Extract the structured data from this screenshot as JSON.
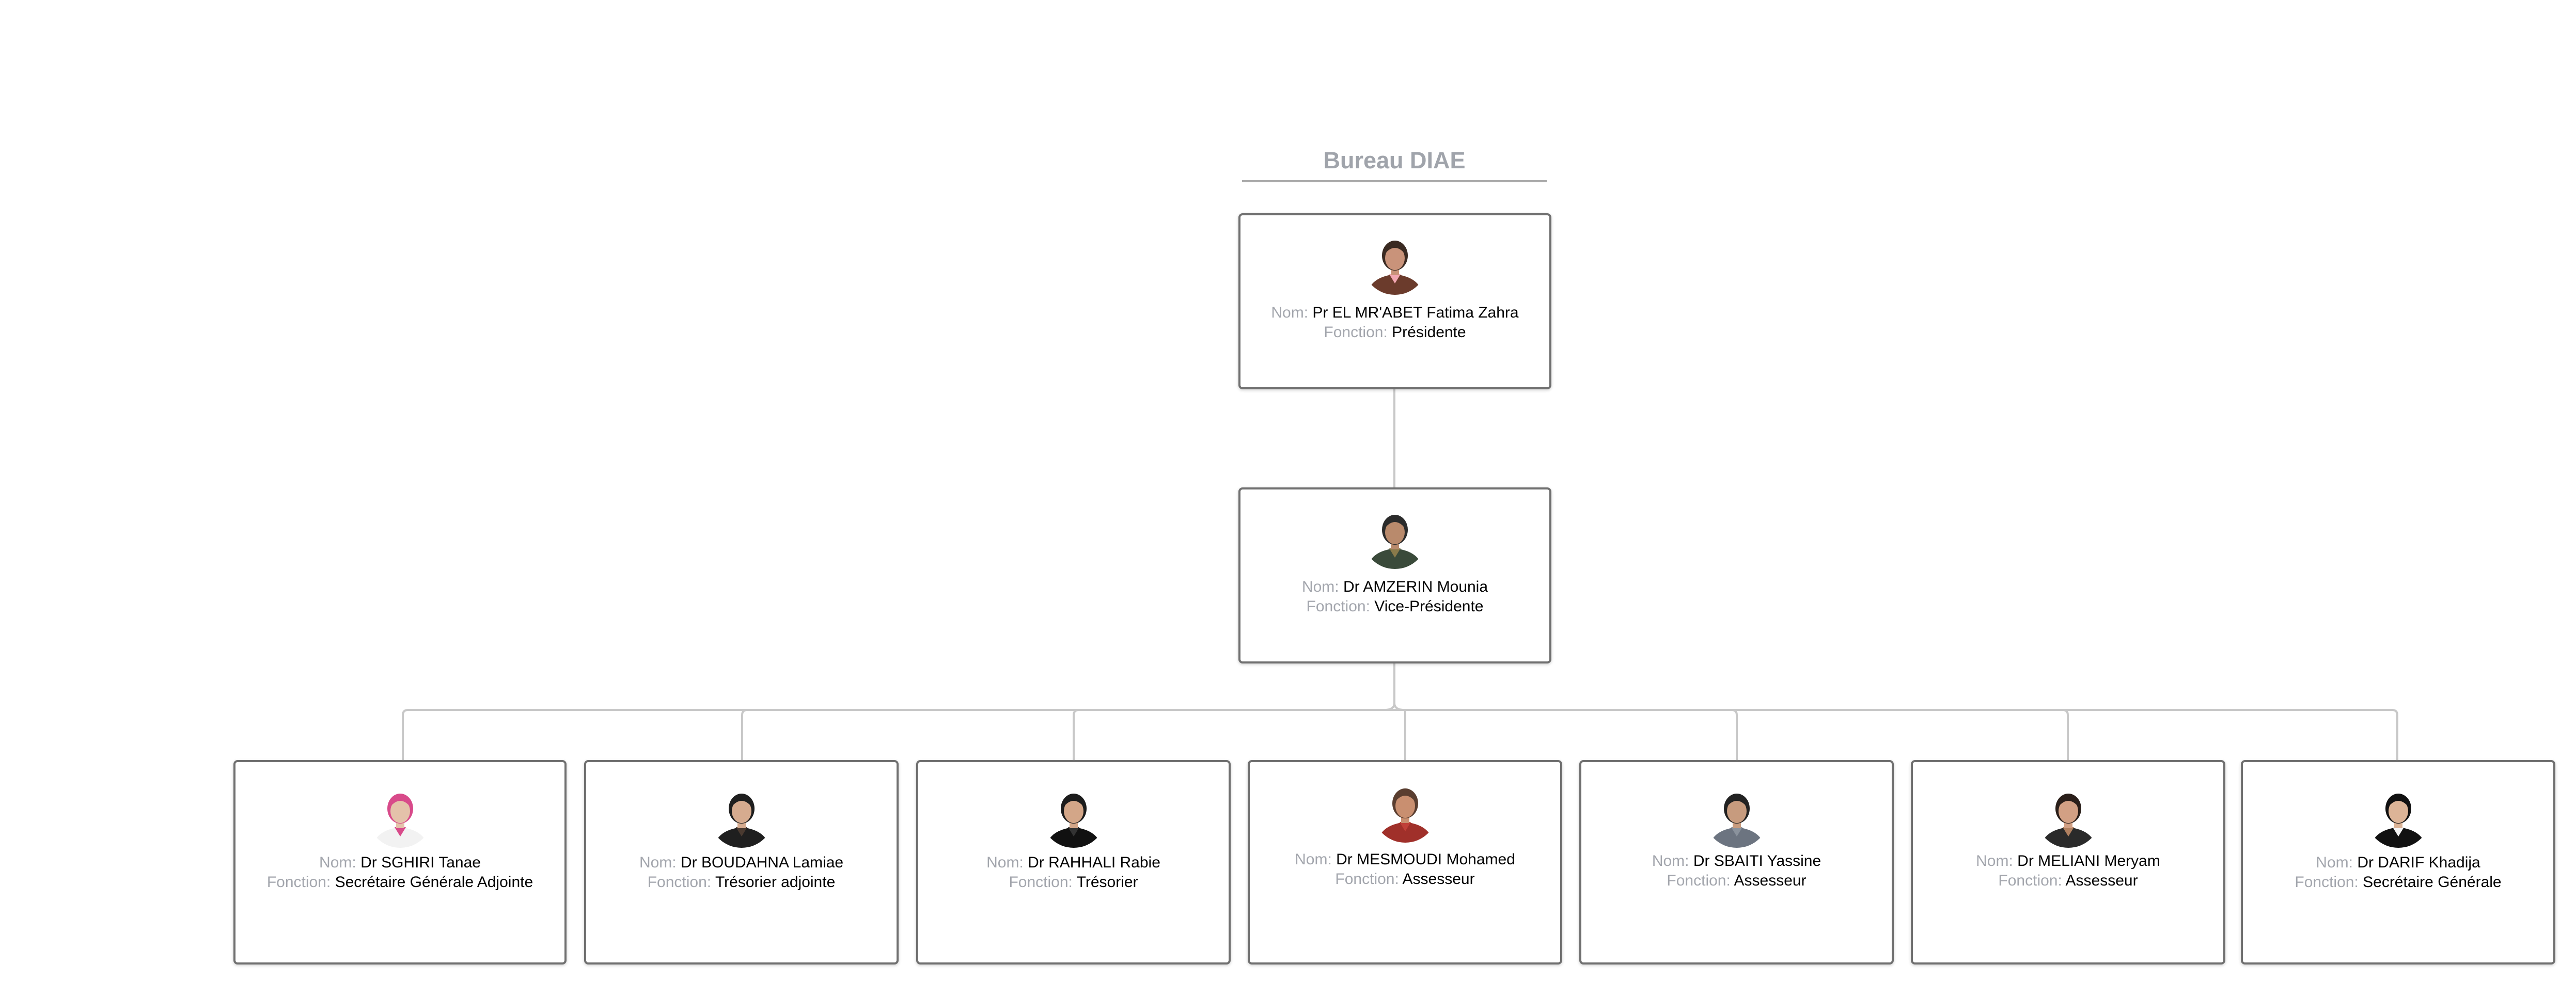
{
  "title": "Bureau DIAE",
  "labels": {
    "nom": "Nom:",
    "fonction": "Fonction:"
  },
  "members": [
    {
      "id": "president",
      "nom": "Pr EL MR'ABET Fatima Zahra",
      "fonction": "Présidente",
      "avatar": {
        "skin": "#c9937a",
        "hair": "#3a2a22",
        "clothing": "#6b3b2c",
        "accent": "#f2a6b2"
      }
    },
    {
      "id": "vice",
      "nom": "Dr AMZERIN Mounia",
      "fonction": "Vice-Présidente",
      "avatar": {
        "skin": "#b98a6c",
        "hair": "#2b2b2b",
        "clothing": "#3a4a3a",
        "accent": "#8a7a4a"
      }
    },
    {
      "id": "sghiri",
      "nom": "Dr SGHIRI Tanae",
      "fonction": "Secrétaire Générale Adjointe",
      "avatar": {
        "skin": "#e4c2aa",
        "hair": "#d84a8a",
        "clothing": "#f2f2f2",
        "accent": "#d84a8a"
      }
    },
    {
      "id": "boudahna",
      "nom": "Dr BOUDAHNA Lamiae",
      "fonction": "Trésorier adjointe",
      "avatar": {
        "skin": "#d6ab8f",
        "hair": "#1f1f1f",
        "clothing": "#1f1f1f",
        "accent": "#4a3a30"
      }
    },
    {
      "id": "rahhali",
      "nom": "Dr RAHHALI Rabie",
      "fonction": "Trésorier",
      "avatar": {
        "skin": "#d3a688",
        "hair": "#1c1c1c",
        "clothing": "#111111",
        "accent": "#333333"
      }
    },
    {
      "id": "mesmoudi",
      "nom": "Dr MESMOUDI Mohamed",
      "fonction": "Assesseur",
      "avatar": {
        "skin": "#c98f70",
        "hair": "#5a3e30",
        "clothing": "#a0302a",
        "accent": "#c04038"
      }
    },
    {
      "id": "sbaiti",
      "nom": "Dr SBAITI Yassine",
      "fonction": "Assesseur",
      "avatar": {
        "skin": "#c79b7e",
        "hair": "#222222",
        "clothing": "#6c7480",
        "accent": "#8a929c"
      }
    },
    {
      "id": "meliani",
      "nom": "Dr MELIANI Meryam",
      "fonction": "Assesseur",
      "avatar": {
        "skin": "#d2a084",
        "hair": "#2a1f1a",
        "clothing": "#2a2a2a",
        "accent": "#b08060"
      }
    },
    {
      "id": "darif",
      "nom": "Dr DARIF Khadija",
      "fonction": "Secrétaire Générale",
      "avatar": {
        "skin": "#dcb497",
        "hair": "#111111",
        "clothing": "#111111",
        "accent": "#f4f4f4"
      }
    }
  ],
  "colors": {
    "connector": "#c8c8c8",
    "card_border": "#707070",
    "label": "#a3a6ad",
    "title": "#a0a4ab"
  }
}
